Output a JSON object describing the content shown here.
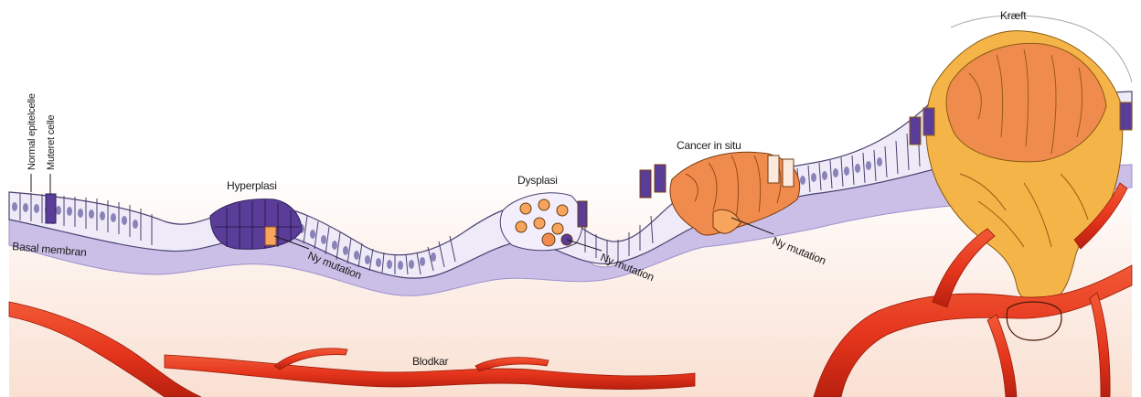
{
  "labels": {
    "normal_cell": "Normal epitelcelle",
    "mutated_cell": "Muteret celle",
    "hyperplasia": "Hyperplasi",
    "dysplasia": "Dysplasi",
    "cancer_in_situ": "Cancer in situ",
    "cancer": "Kræft",
    "basal_membrane": "Basal membran",
    "new_mutation_1": "Ny mutation",
    "new_mutation_2": "Ny mutation",
    "new_mutation_3": "Ny mutation",
    "blood_vessel": "Blodkar"
  },
  "colors": {
    "background": "#fbe7dc",
    "basal_membrane": "#c8bde6",
    "normal_cell_fill": "#f2f0f8",
    "normal_cell_edge": "#4a4270",
    "mutated_cell": "#5a3d98",
    "dysplastic_cell": "#f7a55c",
    "cancer_cell": "#f08b4e",
    "invasive_cancer": "#f4b447",
    "blood_vessel": "#e4341c"
  }
}
